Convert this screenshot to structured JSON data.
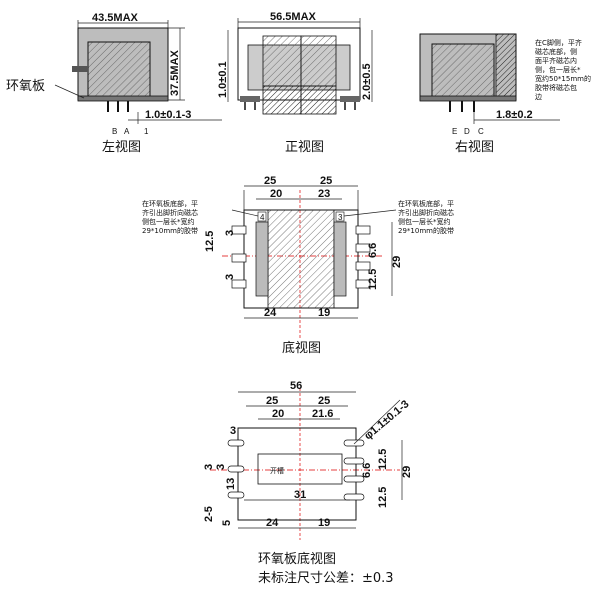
{
  "views": {
    "left": {
      "caption": "左视图",
      "label_epoxy": "环氧板",
      "dim_width": "43.5MAX",
      "dim_height": "37.5MAX",
      "dim_pin": "1.0±0.1-3",
      "pins": [
        "B",
        "A",
        "1"
      ]
    },
    "front": {
      "caption": "正视图",
      "dim_width": "56.5MAX",
      "dim_left": "1.0±0.1",
      "dim_right": "2.0±0.5"
    },
    "right": {
      "caption": "右视图",
      "note": [
        "在C脚侧，平齐",
        "磁芯底部，侧",
        "面平齐磁芯内",
        "侧，包一层长*",
        "宽约50*15mm的",
        "胶带将磁芯包",
        "边"
      ],
      "dim_pin": "1.8±0.2",
      "pins": [
        "E",
        "D",
        "C"
      ]
    },
    "bottom": {
      "caption": "底视图",
      "note_left": [
        "在环氧板底部，平",
        "齐引出脚折向磁芯",
        "侧包一层长*宽约",
        "29*10mm的胶带"
      ],
      "note_right": [
        "在环氧板底部，平",
        "齐引出脚折向磁芯",
        "侧包一层长*宽约",
        "29*10mm的胶带"
      ],
      "dim_top_l": "25",
      "dim_top_r": "25",
      "dim_mid_l": "20",
      "dim_mid_r": "23",
      "dim_bot_l": "24",
      "dim_bot_r": "19",
      "dim_total": "29",
      "dim_side_l1": "12.5",
      "dim_side_l2": "3",
      "dim_side_l3": "3",
      "dim_side_r1": "6.6",
      "dim_side_r2": "12.5",
      "mark_l": "4",
      "mark_r": "3"
    },
    "epoxy_bottom": {
      "caption": "环氧板底视图",
      "tolerance_note": "未标注尺寸公差：±0.3",
      "slot_label": "开槽",
      "dim_total": "56",
      "dim_top_l": "25",
      "dim_top_r": "25",
      "dim_mid_l": "20",
      "dim_mid_r": "21.6",
      "dim_hole": "φ1.1±0.1-3",
      "dim_31": "31",
      "dim_bot_l": "24",
      "dim_bot_r": "19",
      "dim_left_3a": "3",
      "dim_left_3b": "3",
      "dim_left_3c": "3",
      "dim_left_13": "13",
      "dim_left_25": "2-5",
      "dim_left_5": "5",
      "dim_right_66": "6.6",
      "dim_right_125a": "12.5",
      "dim_right_125b": "12.5",
      "dim_right_29": "29"
    }
  }
}
